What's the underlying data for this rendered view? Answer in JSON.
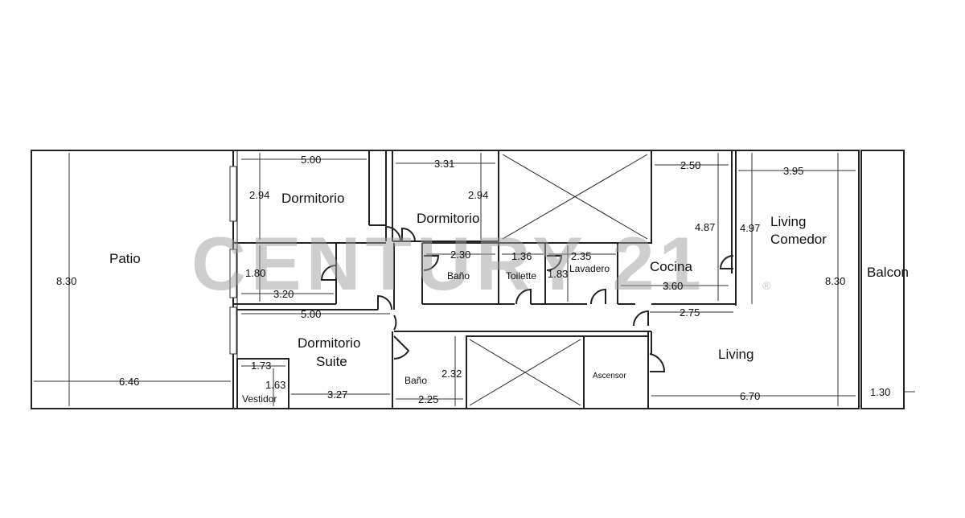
{
  "rooms": {
    "patio": "Patio",
    "dormitorio_1": "Dormitorio",
    "dormitorio_2": "Dormitorio",
    "bano_1": "Baño",
    "toilette": "Toilette",
    "lavadero": "Lavadero",
    "cocina": "Cocina",
    "living_comedor_line1": "Living",
    "living_comedor_line2": "Comedor",
    "balcon": "Balcon",
    "dormitorio_suite_line1": "Dormitorio",
    "dormitorio_suite_line2": "Suite",
    "vestidor": "Vestidor",
    "bano_2": "Baño",
    "ascensor": "Ascensor",
    "living": "Living"
  },
  "dimensions": {
    "patio_height": "8.30",
    "patio_width": "6.46",
    "dorm1_width": "5.00",
    "dorm1_height": "2.94",
    "dorm2_width": "3.31",
    "dorm2_height": "2.94",
    "hall_height": "1.80",
    "hall_width": "3.20",
    "suite_width": "5.00",
    "vestidor_width": "1.73",
    "vestidor_height": "1.63",
    "suite_lower_width": "3.27",
    "bano1_width": "2.30",
    "toilette_width": "1.36",
    "lavadero_width": "2.35",
    "lavadero_height": "1.83",
    "bano2_height": "2.32",
    "bano2_width": "2.25",
    "cocina_top": "2.50",
    "cocina_height": "4.87",
    "cocina_width": "3.60",
    "living_comedor_height": "4.97",
    "living_comedor_width": "3.95",
    "living_height": "8.30",
    "living_upper_width": "2.75",
    "living_width": "6.70",
    "balcon_width": "1.30"
  },
  "watermark": {
    "text": "CENTURY 21",
    "mark": "®"
  }
}
